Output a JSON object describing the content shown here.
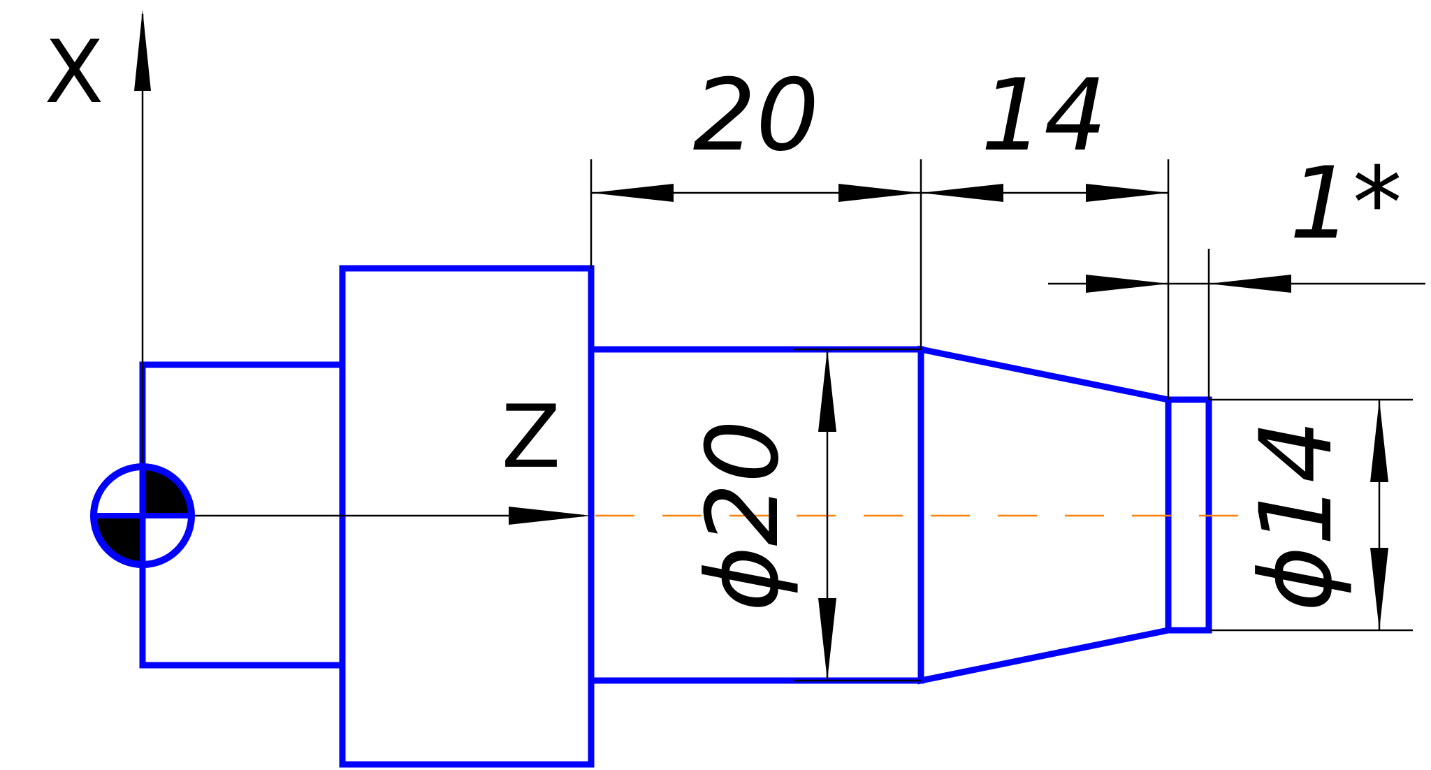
{
  "axes": {
    "x_label": "X",
    "z_label": "Z"
  },
  "dimensions": {
    "length_1": "20",
    "length_2": "14",
    "length_3": "1*",
    "diameter_1": "ϕ20",
    "diameter_2": "ϕ14"
  },
  "colors": {
    "part_outline": "#0000ff",
    "centerline": "#ff7f00",
    "dimension_lines": "#000000"
  },
  "icons": {
    "origin": "origin-zero-point-icon"
  }
}
